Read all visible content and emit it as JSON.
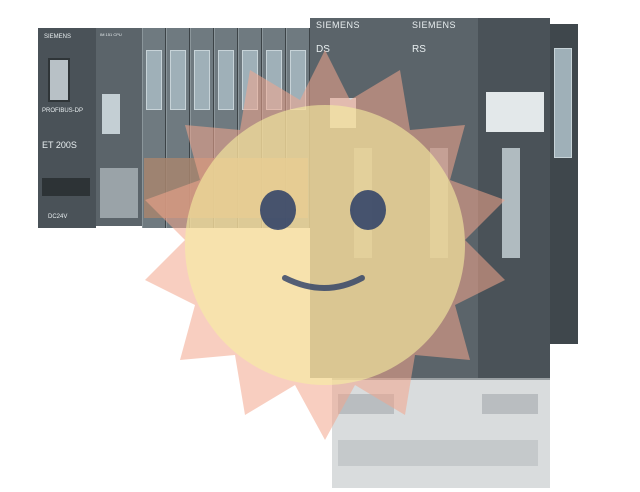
{
  "labels": {
    "brand_main": "SIEMENS",
    "brand_ds": "SIEMENS",
    "brand_rs": "SIEMENS",
    "profibus": "PROFIBUS-DP",
    "model": "ET 200S",
    "voltage": "DC24V",
    "im_text": "IM 151 CPU",
    "ds": "DS",
    "rs": "RS"
  },
  "colors": {
    "overlay_outer": "#f2a58c",
    "overlay_inner": "#f7f0a0",
    "overlay_eyes": "#2a3d66"
  },
  "decor": {
    "overlay_icon": "smiley-sun-watermark"
  }
}
